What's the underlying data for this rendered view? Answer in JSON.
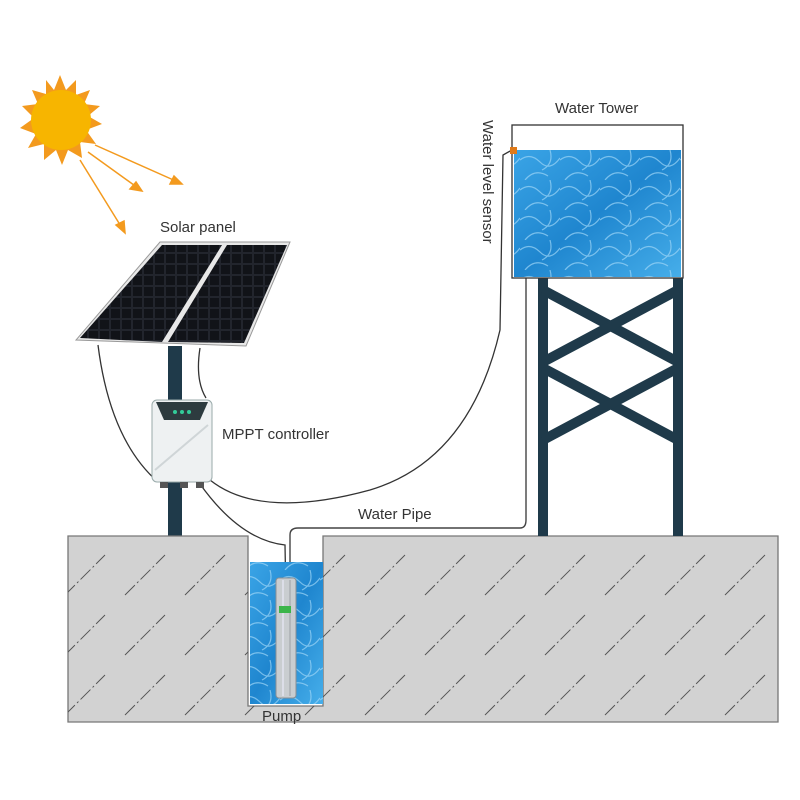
{
  "labels": {
    "water_tower": "Water Tower",
    "water_level_sensor": "Water  level sensor",
    "solar_panel": "Solar panel",
    "mppt_controller": "MPPT controller",
    "water_pipe": "Water Pipe",
    "pump": "Pump"
  },
  "colors": {
    "sun": "#f7b500",
    "sun_rays": "#f39a1e",
    "water": "#2a8fd6",
    "ground": "#d2d2d2",
    "steel": "#1f3a4a",
    "sensor": "#e07a18",
    "panel": "#1c1f26"
  }
}
